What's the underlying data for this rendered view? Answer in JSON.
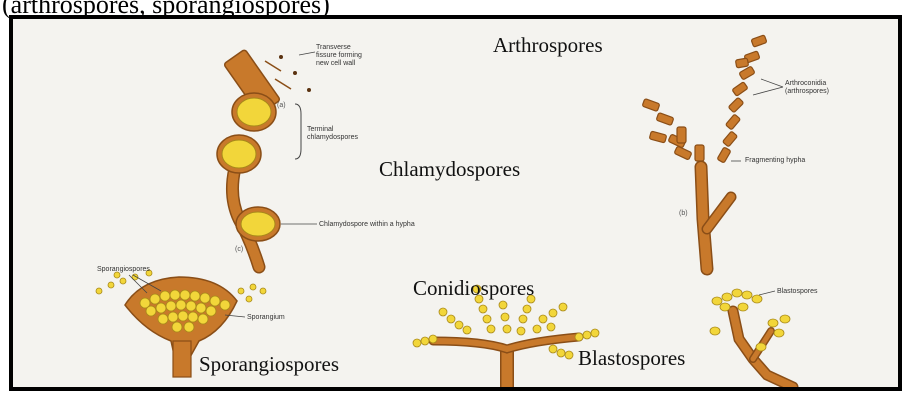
{
  "header": {
    "cut_text": "(arthrospores, sporangiospores)"
  },
  "titles": {
    "arthrospores": "Arthrospores",
    "chlamydospores": "Chlamydospores",
    "conidiospores": "Conidiospores",
    "sporangiospores": "Sporangiospores",
    "blastospores": "Blastospores"
  },
  "labels": {
    "transverse_1": "Transverse",
    "transverse_2": "fissure forming",
    "transverse_3": "new cell wall",
    "panel_a": "(a)",
    "terminal_1": "Terminal",
    "terminal_2": "chlamydospores",
    "within_hypha": "Chlamydospore within a hypha",
    "panel_c": "(c)",
    "arthroconidia_1": "Arthroconidia",
    "arthroconidia_2": "(arthrospores)",
    "fragmenting": "Fragmenting hypha",
    "panel_b": "(b)",
    "sporangiospores_small": "Sporangiospores",
    "sporangium": "Sporangium",
    "blastospores_small": "Blastospores"
  },
  "colors": {
    "hypha": "#c8792b",
    "hypha_dark": "#8a4e17",
    "spore": "#f2d63a",
    "spore_outline": "#a8891a",
    "frame": "#000000"
  }
}
